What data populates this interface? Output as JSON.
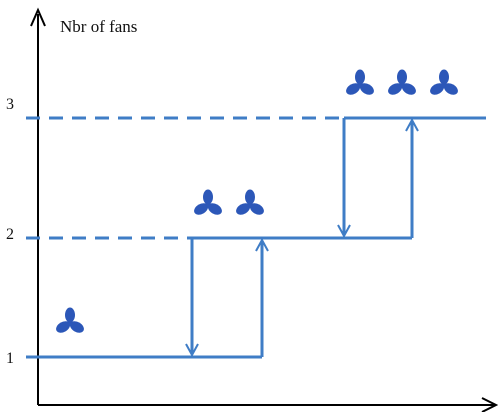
{
  "axis": {
    "y_label": "Nbr of fans",
    "y_ticks": [
      "3",
      "2",
      "1"
    ]
  },
  "levels": [
    1,
    2,
    3
  ],
  "colors": {
    "line": "#3f7dc6",
    "fan": "#2c57b8",
    "axis": "#000000"
  },
  "icons": {
    "fan": "fan-icon"
  }
}
